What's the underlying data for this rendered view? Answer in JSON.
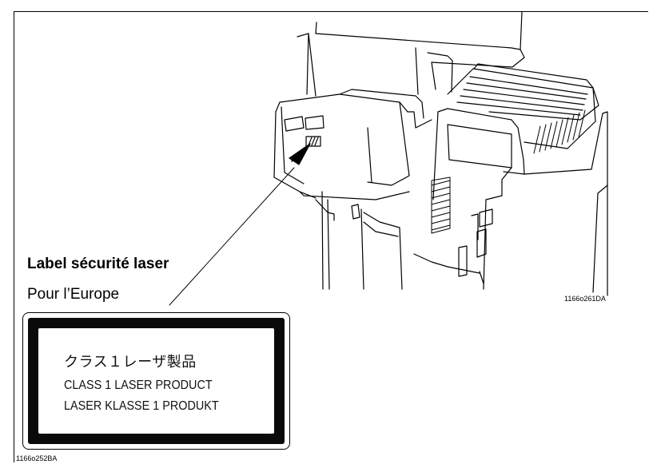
{
  "caption": {
    "title": "Label sécurité laser",
    "subtitle": "Pour l’Europe"
  },
  "figure_codes": {
    "machine": "1166o261DA",
    "label": "1166o252BA"
  },
  "laser_label": {
    "line1": "クラス１レーザ製品",
    "line2": "CLASS 1 LASER PRODUCT",
    "line3": "LASER KLASSE 1 PRODUKT"
  }
}
